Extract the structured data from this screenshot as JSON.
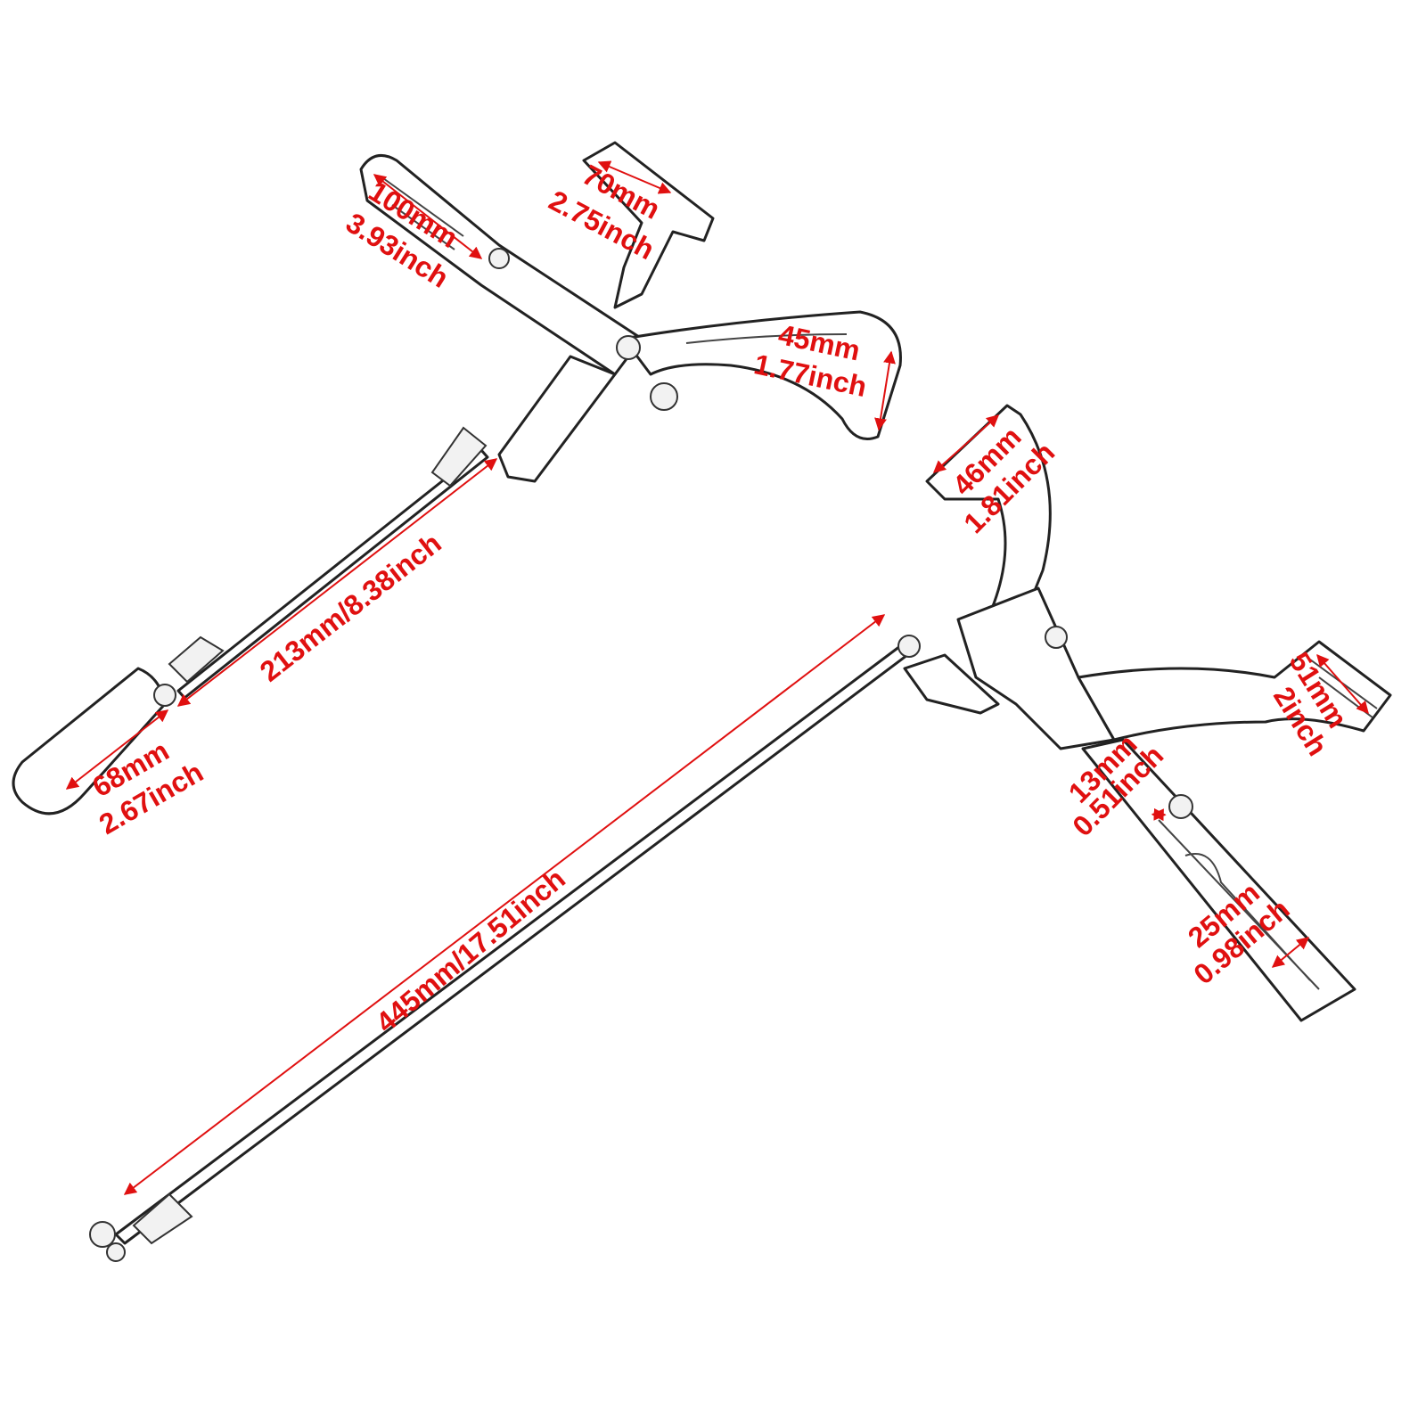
{
  "accent_color": "#e01010",
  "dimensions": {
    "upper_left_clevis": {
      "mm": "100mm",
      "inch": "3.93inch"
    },
    "upper_peg_mount": {
      "mm": "70mm",
      "inch": "2.75inch"
    },
    "upper_peg_end": {
      "mm": "45mm",
      "inch": "1.77inch"
    },
    "short_rod": {
      "label": "213mm/8.38inch"
    },
    "shift_lever": {
      "mm": "68mm",
      "inch": "2.67inch"
    },
    "lower_peg_mount": {
      "mm": "46mm",
      "inch": "1.81inch"
    },
    "long_rod": {
      "label": "445mm/17.51inch"
    },
    "brake_pedal": {
      "mm": "51mm",
      "inch": "2inch"
    },
    "lower_shaft_width": {
      "mm": "13mm",
      "inch": "0.51inch"
    },
    "lower_clevis_width": {
      "mm": "25mm",
      "inch": "0.98inch"
    }
  }
}
